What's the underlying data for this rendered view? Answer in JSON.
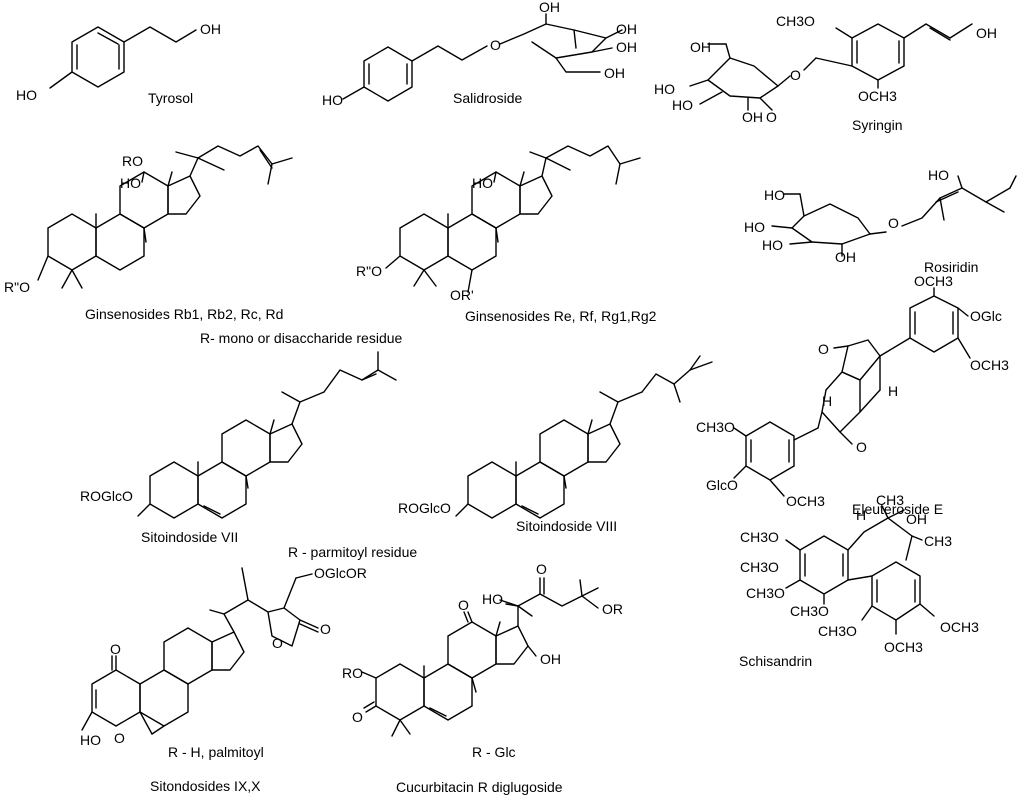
{
  "figure": {
    "compounds": [
      {
        "key": "tyrosol",
        "name": "Tyrosol"
      },
      {
        "key": "salidroside",
        "name": "Salidroside"
      },
      {
        "key": "syringin",
        "name": "Syringin"
      },
      {
        "key": "ginsenoside_a",
        "name": "Ginsenosides Rb1, Rb2, Rc, Rd"
      },
      {
        "key": "ginsenoside_b",
        "name": "Ginsenosides Re, Rf, Rg1,Rg2"
      },
      {
        "key": "rosiridin",
        "name": "Rosiridin"
      },
      {
        "key": "eleuteroside",
        "name": "Eleuteroside E"
      },
      {
        "key": "sito7",
        "name": "Sitoindoside VII"
      },
      {
        "key": "sito8",
        "name": "Sitoindoside VIII"
      },
      {
        "key": "schisandrin",
        "name": "Schisandrin"
      },
      {
        "key": "sitondosides",
        "name": "Sitondosides IX,X"
      },
      {
        "key": "cucurbitacin",
        "name": "Cucurbitacin R diglugoside"
      }
    ],
    "notes": {
      "ginsenoside_r": "R-  mono or disaccharide residue",
      "sito_r": "R - parmitoyl residue",
      "sitond_r": "R - H, palmitoyl",
      "cucur_r": "R - Glc"
    },
    "atoms": {
      "oh": "OH",
      "ho": "HO",
      "o": "O",
      "ro": "RO",
      "r2o": "R\"O",
      "or1": "OR'",
      "or": "OR",
      "h": "H",
      "ch3": "CH3",
      "ch3o": "CH3O",
      "och3": "OCH3",
      "oglc": "OGlc",
      "glco": "GlcO",
      "roglco": "ROGlcO",
      "oglcor": "OGlcOR"
    }
  }
}
